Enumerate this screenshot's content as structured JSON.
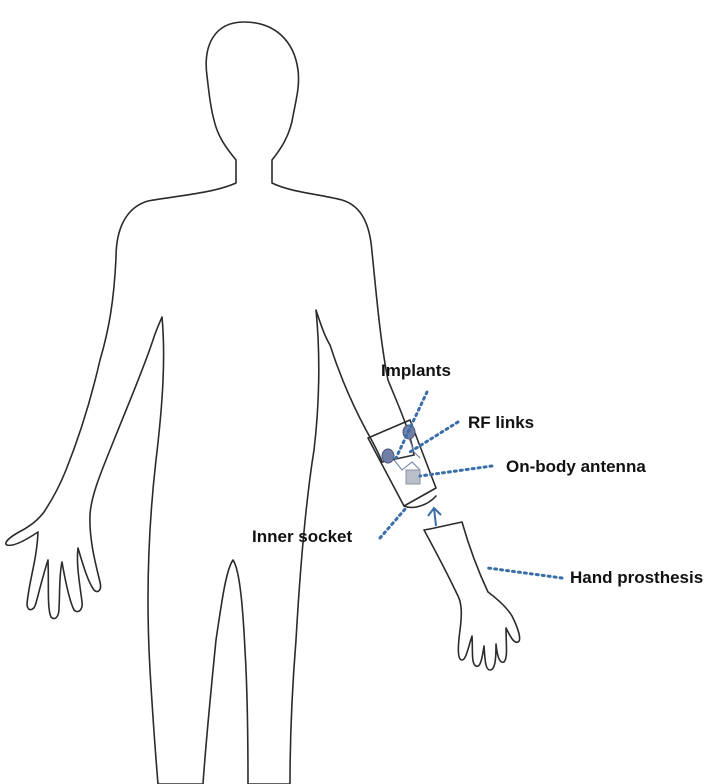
{
  "labels": {
    "implants": "Implants",
    "rf_links": "RF links",
    "on_body_antenna": "On-body antenna",
    "inner_socket": "Inner socket",
    "hand_prosthesis": "Hand prosthesis"
  },
  "colors": {
    "outline": "#2b2b2b",
    "leader": "#3a6ea8",
    "socket_fill": "#f3c9c9",
    "socket_stroke": "#c98a8a",
    "implant": "#6f7fa6",
    "antenna": "#b9bec9",
    "prosthesis_fill": "#fbf2f4",
    "arrow": "#3a6ea8"
  }
}
